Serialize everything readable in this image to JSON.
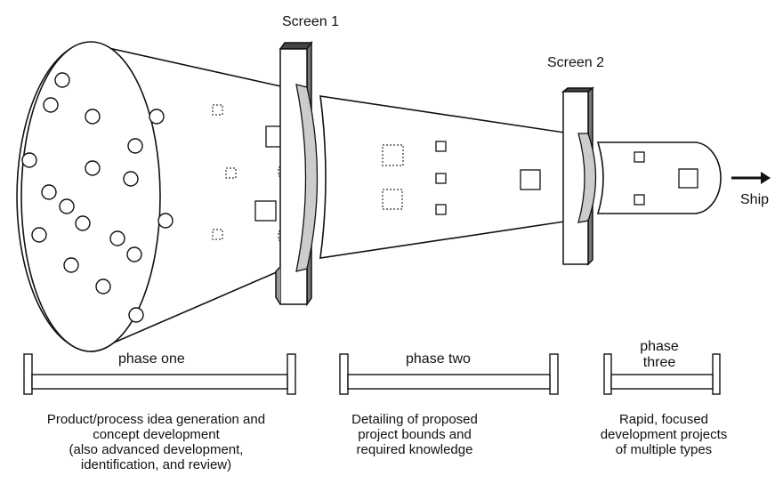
{
  "screens": {
    "screen1": "Screen 1",
    "screen2": "Screen 2"
  },
  "ship": "Ship",
  "phases": [
    {
      "label": "phase one",
      "description": [
        "Product/process idea generation and",
        "concept development",
        "(also advanced development,",
        "identification, and review)"
      ]
    },
    {
      "label": "phase two",
      "description": [
        "Detailing of proposed",
        "project bounds and",
        "required knowledge"
      ]
    },
    {
      "label_lines": [
        "phase",
        "three"
      ],
      "description": [
        "Rapid, focused",
        "development projects",
        "of multiple types"
      ]
    }
  ],
  "colors": {
    "stroke": "#111111",
    "background": "#ffffff",
    "dashed": "#333333"
  }
}
